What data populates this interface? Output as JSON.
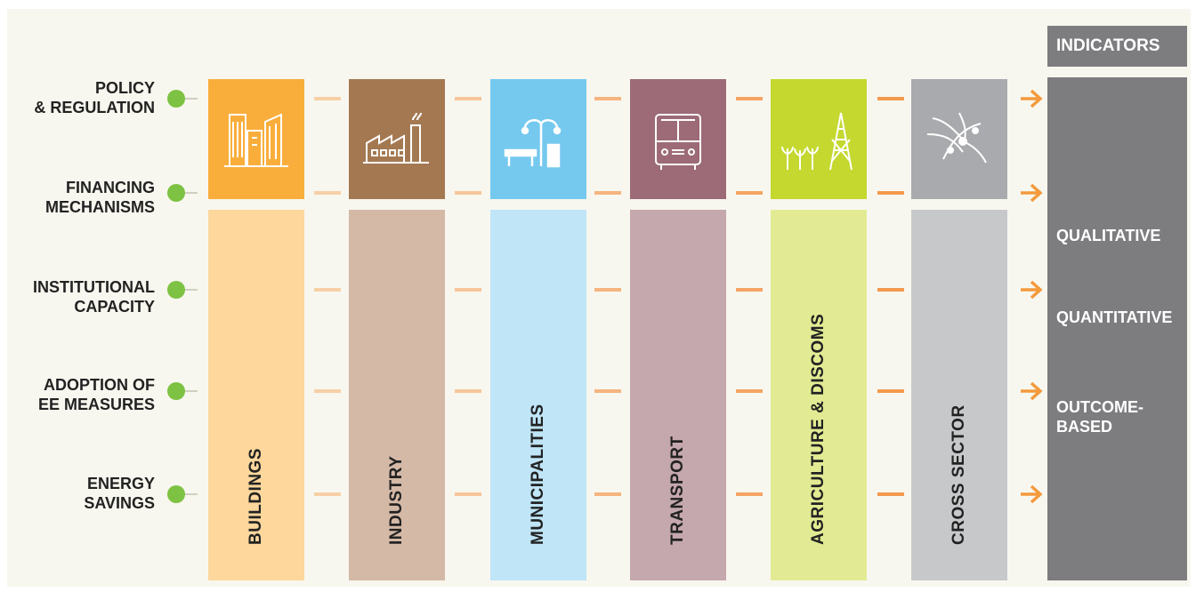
{
  "rows": [
    {
      "line1": "POLICY",
      "line2": "& REGULATION"
    },
    {
      "line1": "FINANCING",
      "line2": "MECHANISMS"
    },
    {
      "line1": "INSTITUTIONAL",
      "line2": "CAPACITY"
    },
    {
      "line1": "ADOPTION OF",
      "line2": "EE MEASURES"
    },
    {
      "line1": "ENERGY",
      "line2": "SAVINGS"
    }
  ],
  "sectors": [
    {
      "label": "BUILDINGS",
      "icon": "buildings-icon",
      "icon_color": "#f9ae3c",
      "body_color": "#fdd79c",
      "dash_color": "#f3e3c0"
    },
    {
      "label": "INDUSTRY",
      "icon": "factory-icon",
      "icon_color": "#a47952",
      "body_color": "#d4b9a6",
      "dash_color": "#f7cfa6"
    },
    {
      "label": "MUNICIPALITIES",
      "icon": "street-lamp-bench-icon",
      "icon_color": "#75c9ef",
      "body_color": "#bfe5f7",
      "dash_color": "#f6c59a"
    },
    {
      "label": "TRANSPORT",
      "icon": "bus-icon",
      "icon_color": "#9c6b77",
      "body_color": "#c5a8ae",
      "dash_color": "#f6b47f"
    },
    {
      "label": "AGRICULTURE & DISCOMS",
      "icon": "crops-power-tower-icon",
      "icon_color": "#c4d82f",
      "body_color": "#e2eb93",
      "dash_color": "#f5a464"
    },
    {
      "label": "CROSS SECTOR",
      "icon": "network-icon",
      "icon_color": "#a9aaad",
      "body_color": "#c7c8ca",
      "dash_color": "#f39a4e"
    }
  ],
  "indicators": {
    "header": "INDICATORS",
    "items": [
      "QUALITATIVE",
      "QUANTITATIVE",
      "OUTCOME-",
      "BASED"
    ]
  },
  "colors": {
    "dot": "#7dc242",
    "arrow": "#f39a3d",
    "indicator_panel": "#7d7d80"
  }
}
